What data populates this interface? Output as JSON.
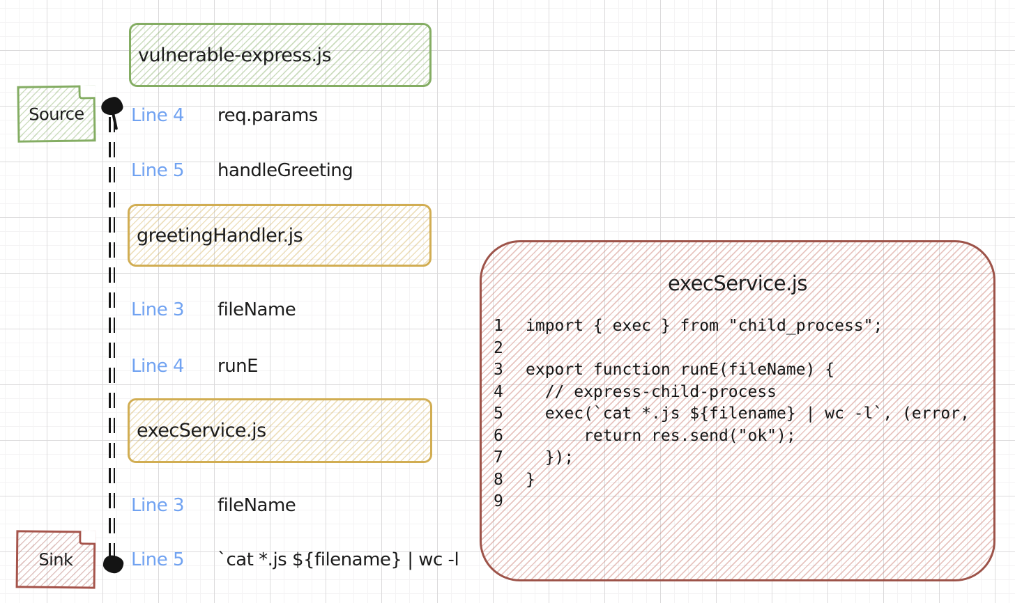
{
  "palette": {
    "green": "#84ad63",
    "gold": "#d1ad52",
    "red": "#a0534a",
    "blue": "#70a2f1",
    "ink": "#1b1b1b"
  },
  "diagram": {
    "file_boxes": [
      {
        "label": "vulnerable-express.js",
        "color": "green"
      },
      {
        "label": "greetingHandler.js",
        "color": "gold"
      },
      {
        "label": "execService.js",
        "color": "gold"
      }
    ],
    "source_label": "Source",
    "sink_label": "Sink",
    "steps": [
      {
        "line": "Line 4",
        "value": "req.params"
      },
      {
        "line": "Line 5",
        "value": "handleGreeting"
      },
      {
        "line": "Line 3",
        "value": "fileName"
      },
      {
        "line": "Line 4",
        "value": "runE"
      },
      {
        "line": "Line 3",
        "value": "fileName"
      },
      {
        "line": "Line 5",
        "value": "`cat *.js ${filename} | wc -l"
      }
    ]
  },
  "code_panel": {
    "title": "execService.js",
    "lines": [
      {
        "num": "1",
        "text": "import { exec } from \"child_process\";"
      },
      {
        "num": "2",
        "text": ""
      },
      {
        "num": "3",
        "text": "export function runE(fileName) {"
      },
      {
        "num": "4",
        "text": "  // express-child-process"
      },
      {
        "num": "5",
        "text": "  exec(`cat *.js ${filename} | wc -l`, (error,"
      },
      {
        "num": "6",
        "text": "      return res.send(\"ok\");"
      },
      {
        "num": "7",
        "text": "  });"
      },
      {
        "num": "8",
        "text": "}"
      },
      {
        "num": "9",
        "text": ""
      }
    ]
  }
}
